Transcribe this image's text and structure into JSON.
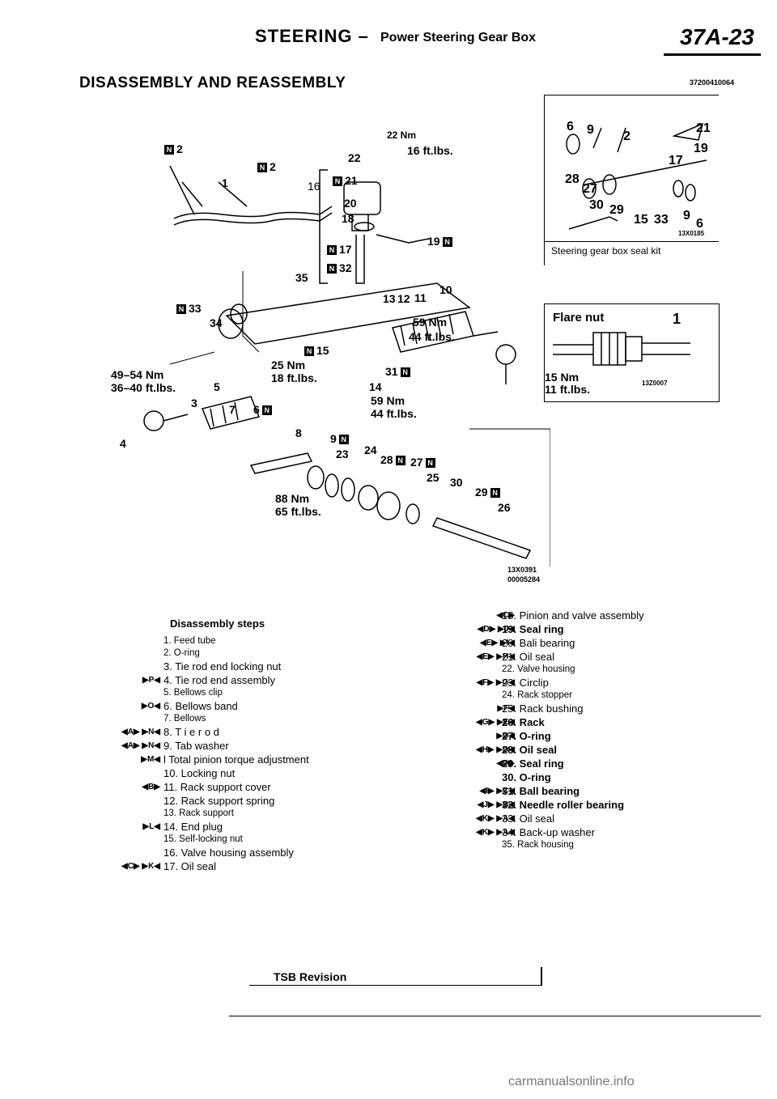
{
  "header": {
    "section": "STEERING –",
    "subsection": "Power Steering Gear Box",
    "page": "37A-23"
  },
  "title": "DISASSEMBLY AND REASSEMBLY",
  "figure_id": "37200410064",
  "main_figure": {
    "callouts": [
      "2",
      "2",
      "1",
      "16",
      "22",
      "21",
      "20",
      "18",
      "17",
      "19",
      "32",
      "35",
      "33",
      "34",
      "13",
      "12",
      "11",
      "10",
      "15",
      "31",
      "14",
      "5",
      "3",
      "7",
      "6",
      "4",
      "8",
      "9",
      "23",
      "24",
      "28",
      "27",
      "25",
      "30",
      "29",
      "26"
    ],
    "torques": [
      {
        "nm": "22 Nm",
        "ftlbs": "16 ft.lbs."
      },
      {
        "nm": "59 Nm",
        "ftlbs": "44 ft.lbs."
      },
      {
        "nm": "49–54 Nm",
        "ftlbs": "36–40 ft.lbs."
      },
      {
        "nm": "25 Nm",
        "ftlbs": "18 ft.lbs."
      },
      {
        "nm": "59 Nm",
        "ftlbs": "44 ft.lbs."
      },
      {
        "nm": "88 Nm",
        "ftlbs": "65 ft.lbs."
      }
    ],
    "codes": [
      "13X0391",
      "00005284"
    ]
  },
  "inset_kit": {
    "callouts": [
      "6",
      "9",
      "2",
      "21",
      "19",
      "17",
      "28",
      "27",
      "30",
      "29",
      "15",
      "33",
      "9",
      "6"
    ],
    "code": "13X0185",
    "caption": "Steering gear box seal kit"
  },
  "inset_flare": {
    "title": "Flare nut",
    "callout": "1",
    "nm": "15 Nm",
    "ftlbs": "11 ft.lbs.",
    "code": "13Z0007"
  },
  "steps_title": "Disassembly steps",
  "left_steps": [
    {
      "arrows": "",
      "text": "1. Feed tube",
      "style": "small"
    },
    {
      "arrows": "",
      "text": "2. O-ring",
      "style": "small"
    },
    {
      "arrows": "",
      "text": "3. Tie rod end locking nut",
      "style": ""
    },
    {
      "arrows": "▶P◀",
      "text": "4. Tie rod end assembly",
      "style": ""
    },
    {
      "arrows": "",
      "text": "5. Bellows clip",
      "style": "small"
    },
    {
      "arrows": "▶O◀",
      "text": "6. Bellows band",
      "style": ""
    },
    {
      "arrows": "",
      "text": "7. Bellows",
      "style": "small"
    },
    {
      "arrows": "◀A▶ ▶N◀",
      "text": "8. T i e r o d",
      "style": ""
    },
    {
      "arrows": "◀A▶ ▶N◀",
      "text": "9. Tab washer",
      "style": ""
    },
    {
      "arrows": "▶M◀",
      "text": "l Total pinion torque adjustment",
      "style": ""
    },
    {
      "arrows": "",
      "text": "10. Locking nut",
      "style": ""
    },
    {
      "arrows": "◀B▶",
      "text": "11. Rack support cover",
      "style": ""
    },
    {
      "arrows": "",
      "text": "12. Rack support spring",
      "style": ""
    },
    {
      "arrows": "",
      "text": "13. Rack support",
      "style": "small"
    },
    {
      "arrows": "▶L◀",
      "text": "14. End plug",
      "style": ""
    },
    {
      "arrows": "",
      "text": "15. Self-locking nut",
      "style": "small"
    },
    {
      "arrows": "",
      "text": "16. Valve housing assembly",
      "style": ""
    },
    {
      "arrows": "◀C▶ ▶K◀",
      "text": "17. Oil seal",
      "style": ""
    }
  ],
  "right_steps": [
    {
      "arrows": "◀C▶",
      "text": "18. Pinion and valve assembly",
      "style": ""
    },
    {
      "arrows": "◀D▶ ▶J◀",
      "text": "19. Seal ring",
      "style": "bold"
    },
    {
      "arrows": "◀E▶ ▶I◀",
      "text": "20. Bali bearing",
      "style": ""
    },
    {
      "arrows": "◀E▶ ▶H◀",
      "text": "21. Oil seal",
      "style": ""
    },
    {
      "arrows": "",
      "text": "22. Valve housing",
      "style": "small"
    },
    {
      "arrows": "◀F▶ ▶G◀",
      "text": "23. Circlip",
      "style": ""
    },
    {
      "arrows": "",
      "text": "24. Rack stopper",
      "style": "small"
    },
    {
      "arrows": "▶F◀",
      "text": "25. Rack bushing",
      "style": ""
    },
    {
      "arrows": "◀G▶ ▶E◀",
      "text": "26. Rack",
      "style": "bold"
    },
    {
      "arrows": "▶D◀",
      "text": "27. O-ring",
      "style": "bold"
    },
    {
      "arrows": "◀H▶ ▶D◀",
      "text": "28. Oil seal",
      "style": "bold"
    },
    {
      "arrows": "◀D▶",
      "text": "29. Seal ring",
      "style": "bold"
    },
    {
      "arrows": "",
      "text": "30. O-ring",
      "style": "bold"
    },
    {
      "arrows": "◀I▶ ▶C◀",
      "text": "31. Ball bearing",
      "style": "bold"
    },
    {
      "arrows": "◀J▶ ▶B◀",
      "text": "32. Needle roller bearing",
      "style": "bold"
    },
    {
      "arrows": "◀K▶ ▶A◀",
      "text": "33. Oil seal",
      "style": ""
    },
    {
      "arrows": "◀K▶ ▶A◀",
      "text": "34. Back-up washer",
      "style": ""
    },
    {
      "arrows": "",
      "text": "35. Rack housing",
      "style": "small"
    }
  ],
  "footer": {
    "tsb": "TSB Revision",
    "watermark": "carmanualsonline.info"
  }
}
